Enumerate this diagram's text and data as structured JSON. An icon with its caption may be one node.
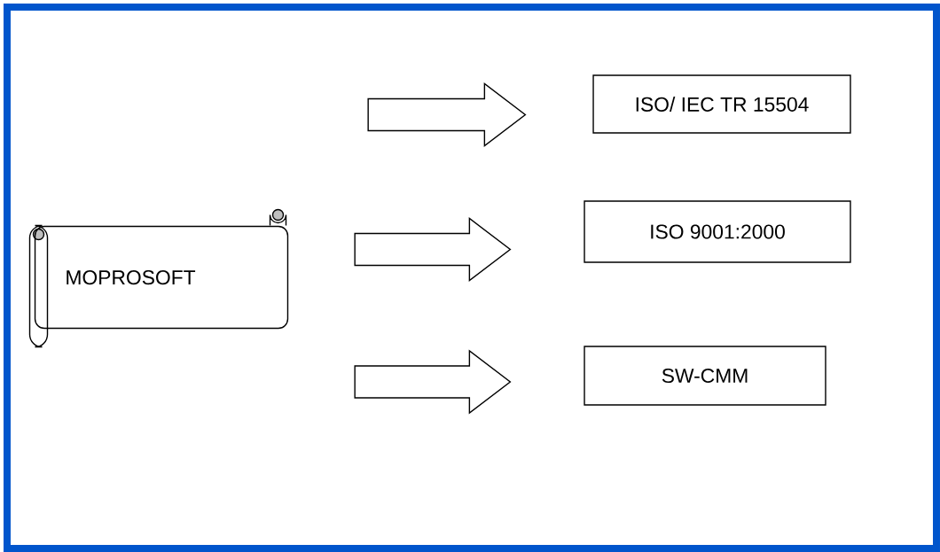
{
  "diagram": {
    "nodes": [
      {
        "text": [
          "MOPROSOFT"
        ]
      },
      {
        "text": [
          "ISO/ IEC TR 15504"
        ]
      },
      {
        "text": [
          "ISO 9001:2000"
        ]
      },
      {
        "text": [
          "SW-CMM"
        ]
      }
    ],
    "edges": [
      {
        "from": 0,
        "to": 1,
        "arrow": "to"
      },
      {
        "from": 0,
        "to": 2,
        "arrow": "to"
      },
      {
        "from": 0,
        "to": 3,
        "arrow": "to"
      }
    ]
  }
}
